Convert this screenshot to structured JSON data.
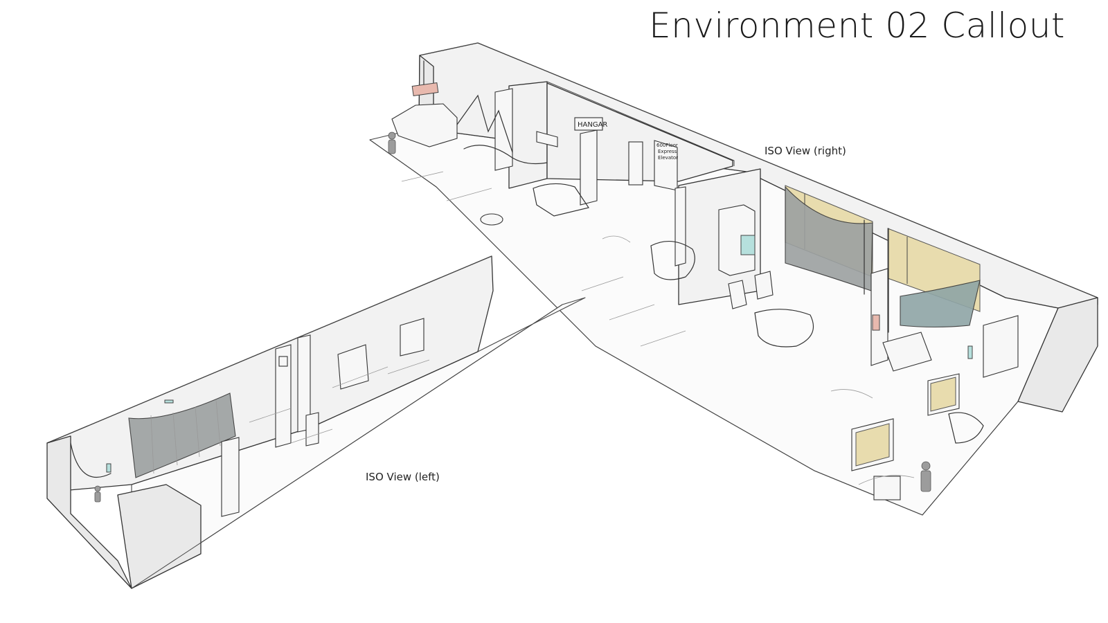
{
  "title": "Environment 02 Callout",
  "views": {
    "right_label": "ISO View (right)",
    "left_label": "ISO View (left)"
  },
  "signs": {
    "hangar": "HANGAR",
    "elevator_line1": "600Floor",
    "elevator_line2": "Express",
    "elevator_line3": "Elevator"
  },
  "colors": {
    "curtain_gray": "#9ca1a1",
    "curtain_teal": "#8fa5a6",
    "panel_yellow": "#e8dcae",
    "sign_pink": "#e8b9ae",
    "screen_teal": "#b6e0dd"
  }
}
